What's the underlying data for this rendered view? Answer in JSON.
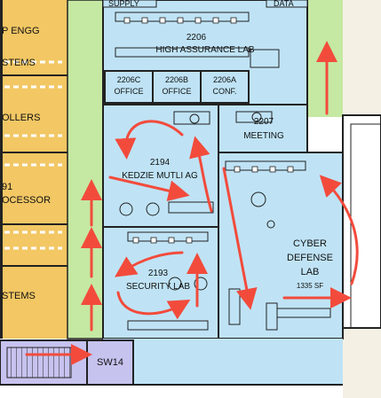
{
  "colors": {
    "blue_room": "#bfe3f5",
    "yellow_room": "#f2c764",
    "green_corridor": "#c5e8a2",
    "purple_room": "#c6c3ef",
    "arrow": "#f24b3c",
    "wall": "#222222"
  },
  "labels": {
    "top_cut_1": "SUPPLY",
    "top_cut_2": "DATA",
    "left_p_engg": "P ENGG",
    "left_stems_1": "STEMS",
    "left_ollers": "OLLERS",
    "left_91": "91",
    "left_ocessor": "OCESSOR",
    "left_stems_2": "STEMS",
    "r2206_num": "2206",
    "r2206_name": "HIGH ASSURANCE LAB",
    "r2206c_num": "2206C",
    "r2206c_name": "OFFICE",
    "r2206b_num": "2206B",
    "r2206b_name": "OFFICE",
    "r2206a_num": "2206A",
    "r2206a_name": "CONF.",
    "r2207_num": "2207",
    "r2207_name": "MEETING",
    "r2194_num": "2194",
    "r2194_name": "KEDZIE MUTLI AG",
    "r2193_num": "2193",
    "r2193_name": "SECURITY LAB",
    "cyber_1": "CYBER",
    "cyber_2": "DEFENSE",
    "cyber_3": "LAB",
    "cyber_area": "1335 SF",
    "sw14": "SW14"
  }
}
